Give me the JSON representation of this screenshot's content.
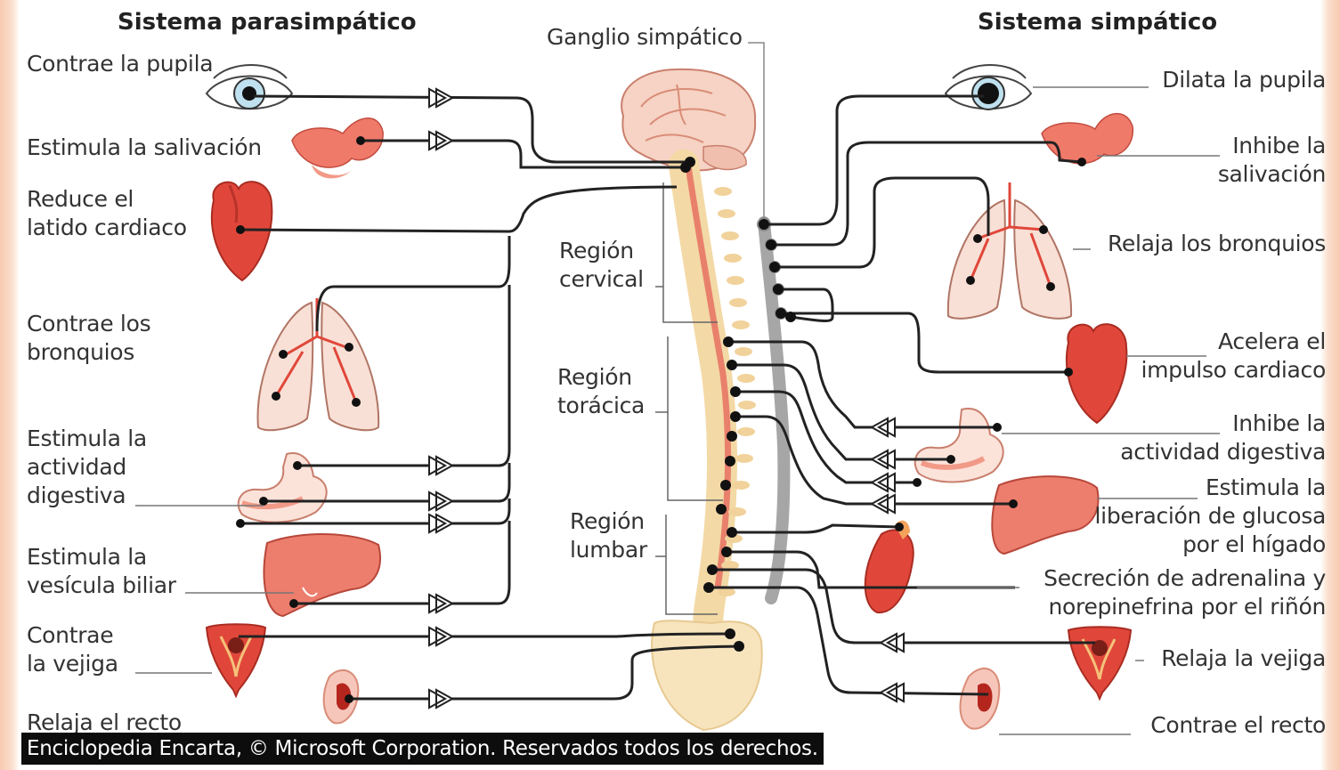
{
  "headers": {
    "parasympathetic": "Sistema parasimpático",
    "sympathetic": "Sistema simpático",
    "ganglion": "Ganglio simpático"
  },
  "regions": {
    "cervical": "Región\ncervical",
    "thoracic": "Región\ntorácica",
    "lumbar": "Región\nlumbar"
  },
  "parasympathetic_effects": [
    "Contrae la pupila",
    "Estimula la salivación",
    "Reduce el\nlatido cardiaco",
    "Contrae los\nbronquios",
    "Estimula la\nactividad\ndigestiva",
    "Estimula la\nvesícula biliar",
    "Contrae\nla vejiga",
    "Relaja el recto"
  ],
  "sympathetic_effects": [
    "Dilata la pupila",
    "Inhibe la\nsalivación",
    "Relaja los bronquios",
    "Acelera el\nimpulso cardiaco",
    "Inhibe la\nactividad digestiva",
    "Estimula la\nliberación de glucosa\npor el hígado",
    "Secreción de adrenalina y\nnorepinefrina por el riñón",
    "Relaja la vejiga",
    "Contrae el recto"
  ],
  "credit": "Enciclopedia Encarta, © Microsoft Corporation. Reservados todos los derechos.",
  "colors": {
    "organ_red": "#e0473a",
    "organ_pink": "#f2b6a4",
    "spine": "#f5dfae",
    "nerve_line": "#222222",
    "chain": "#9a9a9a"
  }
}
